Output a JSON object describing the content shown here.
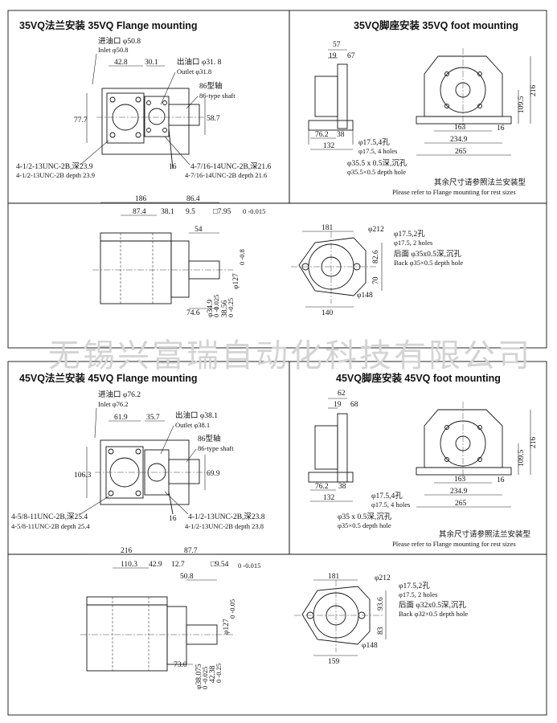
{
  "watermark": "无锡兴富瑞自动化科技有限公司",
  "section_35": {
    "flange_title": "35VQ法兰安装  35VQ Flange mounting",
    "foot_title": "35VQ脚座安装 35VQ foot mounting",
    "inlet_cn": "进油口 φ50.8",
    "inlet_en": "Inlet  φ50.8",
    "outlet_cn": "出油口 φ31. 8",
    "outlet_en": "Outlet  φ31.8",
    "shaft_cn": "86型轴",
    "shaft_en": "86-type shaft",
    "d_42_8": "42.8",
    "d_30_1": "30.1",
    "d_77_7": "77.7",
    "d_58_7": "58.7",
    "d_16": "16",
    "thread1_cn": "4-1/2-13UNC-2B,深23.9",
    "thread1_en": "4-1/2-13UNC-2B depth 23.9",
    "thread2_cn": "4-7/16-14UNC-2B,深21.6",
    "thread2_en": "4-7/16-14UNC-2B depth 21.6",
    "foot_57": "57",
    "foot_19": "19",
    "foot_67": "67",
    "foot_76_2": "76.2",
    "foot_38": "38",
    "foot_132": "132",
    "foot_216": "216",
    "foot_109_5": "109.5",
    "foot_163": "163",
    "foot_16": "16",
    "foot_234_9": "234.9",
    "foot_265": "265",
    "foot_hole_cn": "φ17.5,4孔",
    "foot_hole_en": "φ17.5, 4 holes",
    "foot_cb_cn": "φ35.5 x 0.5深,沉孔",
    "foot_cb_en": "φ35.5×0.5 depth hole",
    "note_cn": "其余尺寸请参照法兰安装型",
    "note_en": "Please refer to Flange mounting for rest sizes",
    "side_186": "186",
    "side_86_4": "86.4",
    "side_87_4": "87.4",
    "side_38_1": "38.1",
    "side_9_5": "9.5",
    "side_key": "□7.95",
    "side_key_tol": "0 -0.015",
    "side_54": "54",
    "side_74_6": "74.6",
    "side_34_9": "φ34.9",
    "side_34_9_tol": "0 -0.025",
    "side_38_56": "38.56",
    "side_38_56_tol": "0 -0.25",
    "side_127": "φ127",
    "side_127_tol": "0 -0.8",
    "fl_181": "181",
    "fl_212": "φ212",
    "fl_hole_cn": "φ17.5,2孔",
    "fl_hole_en": "φ17.5, 2 holes",
    "fl_back_cn": "后面 φ35x0.5深,沉孔",
    "fl_back_en": "Back  φ35×0.5 depth hole",
    "fl_82_6": "82.6",
    "fl_70": "70",
    "fl_148": "φ148",
    "fl_140": "140"
  },
  "section_45": {
    "flange_title": "45VQ法兰安装  45VQ Flange mounting",
    "foot_title": "45VQ脚座安装 45VQ foot mounting",
    "inlet_cn": "进油口 φ76.2",
    "inlet_en": "Inlet  φ76.2",
    "outlet_cn": "出油口 φ38.1",
    "outlet_en": "Outlet  φ38.1",
    "shaft_cn": "86型轴",
    "shaft_en": "86-type shaft",
    "d_61_9": "61.9",
    "d_35_7": "35.7",
    "d_106_3": "106.3",
    "d_69_9": "69.9",
    "d_16": "16",
    "thread1_cn": "4-5/8-11UNC-2B,深25.4",
    "thread1_en": "4-5/8-11UNC-2B depth 25.4",
    "thread2_cn": "4-1/2-13UNC-2B,深23.8",
    "thread2_en": "4-1/2-13UNC-2B depth 23.8",
    "foot_62": "62",
    "foot_19": "19",
    "foot_68": "68",
    "foot_76_2": "76.2",
    "foot_38": "38",
    "foot_132": "132",
    "foot_216": "216",
    "foot_109_5": "109.5",
    "foot_163": "163",
    "foot_16": "16",
    "foot_234_9": "234.9",
    "foot_265": "265",
    "foot_hole_cn": "φ17.5,4孔",
    "foot_hole_en": "φ17.5, 4 holes",
    "foot_cb_cn": "φ35 x 0.5深,沉孔",
    "foot_cb_en": "φ35×0.5 depth hole",
    "note_cn": "其余尺寸请参照法兰安装型",
    "note_en": "Please refer to Flange mounting for rest sizes",
    "side_216": "216",
    "side_87_7": "87.7",
    "side_110_3": "110.3",
    "side_42_9": "42.9",
    "side_12_7": "12.7",
    "side_key": "□9.54",
    "side_key_tol": "0 -0.015",
    "side_50_8": "50.8",
    "side_73_0": "73.0",
    "side_38_075": "φ38.075",
    "side_38_075_tol": "0 -0.025",
    "side_42_38": "42.38",
    "side_42_38_tol": "0 -0.25",
    "side_127": "φ127",
    "side_127_tol": "0 -0.05",
    "fl_181": "181",
    "fl_212": "φ212",
    "fl_hole_cn": "φ17.5,2孔",
    "fl_hole_en": "φ17.5, 2 holes",
    "fl_back_cn": "后面 φ32x0.5深,沉孔",
    "fl_back_en": "Back  φ32×0.5 depth hole",
    "fl_93_6": "93.6",
    "fl_83": "83",
    "fl_148": "φ148",
    "fl_159": "159"
  }
}
